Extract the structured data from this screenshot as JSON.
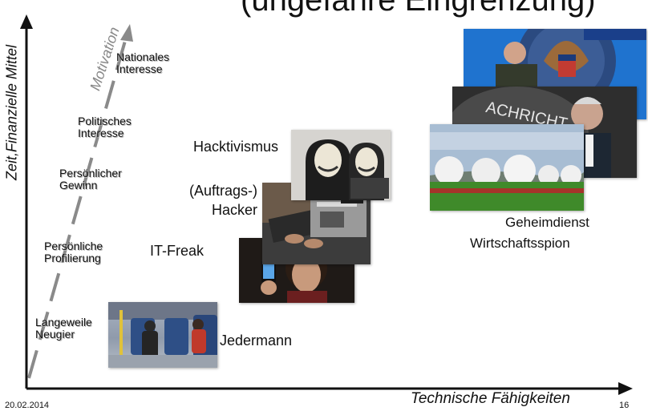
{
  "slide": {
    "title_fragment": "(ungefähre Eingrenzung)",
    "date": "20.02.2014",
    "page_number": "16"
  },
  "axes": {
    "y_label": "Zeit,Finanzielle Mittel",
    "x_label": "Technische Fähigkeiten",
    "motivation_label": "Motivation"
  },
  "motivation_stages": [
    {
      "line1": "Langeweile",
      "line2": "Neugier"
    },
    {
      "line1": "Persönliche",
      "line2": "Profilierung"
    },
    {
      "line1": "Persönlicher",
      "line2": "Gewinn"
    },
    {
      "line1": "Politisches",
      "line2": "Interesse"
    },
    {
      "line1": "Nationales",
      "line2": "Interesse"
    }
  ],
  "actors": {
    "jedermann": "Jedermann",
    "it_freak": "IT-Freak",
    "hacker_line1": "(Auftrags-)",
    "hacker_line2": "Hacker",
    "hacktivismus": "Hacktivismus",
    "geheimdienst": "Geheimdienst",
    "wirtschaftsspion": "Wirtschaftsspion"
  },
  "colors": {
    "axis": "#111111",
    "motivation_arrow": "#8a8a8a"
  }
}
